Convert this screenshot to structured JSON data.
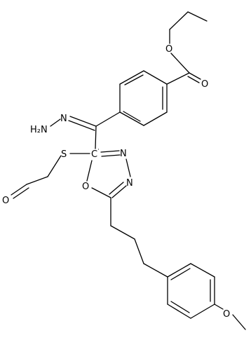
{
  "atoms": {
    "ester_O_carbonyl": "O",
    "ester_O_ether": "O",
    "hydrazone_N": "N",
    "hydrazone_H2N": "H₂N",
    "ring_N1": "N",
    "ring_N2": "N",
    "ring_O": "O",
    "ring_C": "C",
    "thio_S": "S",
    "aldehyde_O": "O",
    "methoxy_O": "O"
  },
  "colors": {
    "ink": "#000000",
    "background": "#ffffff"
  }
}
